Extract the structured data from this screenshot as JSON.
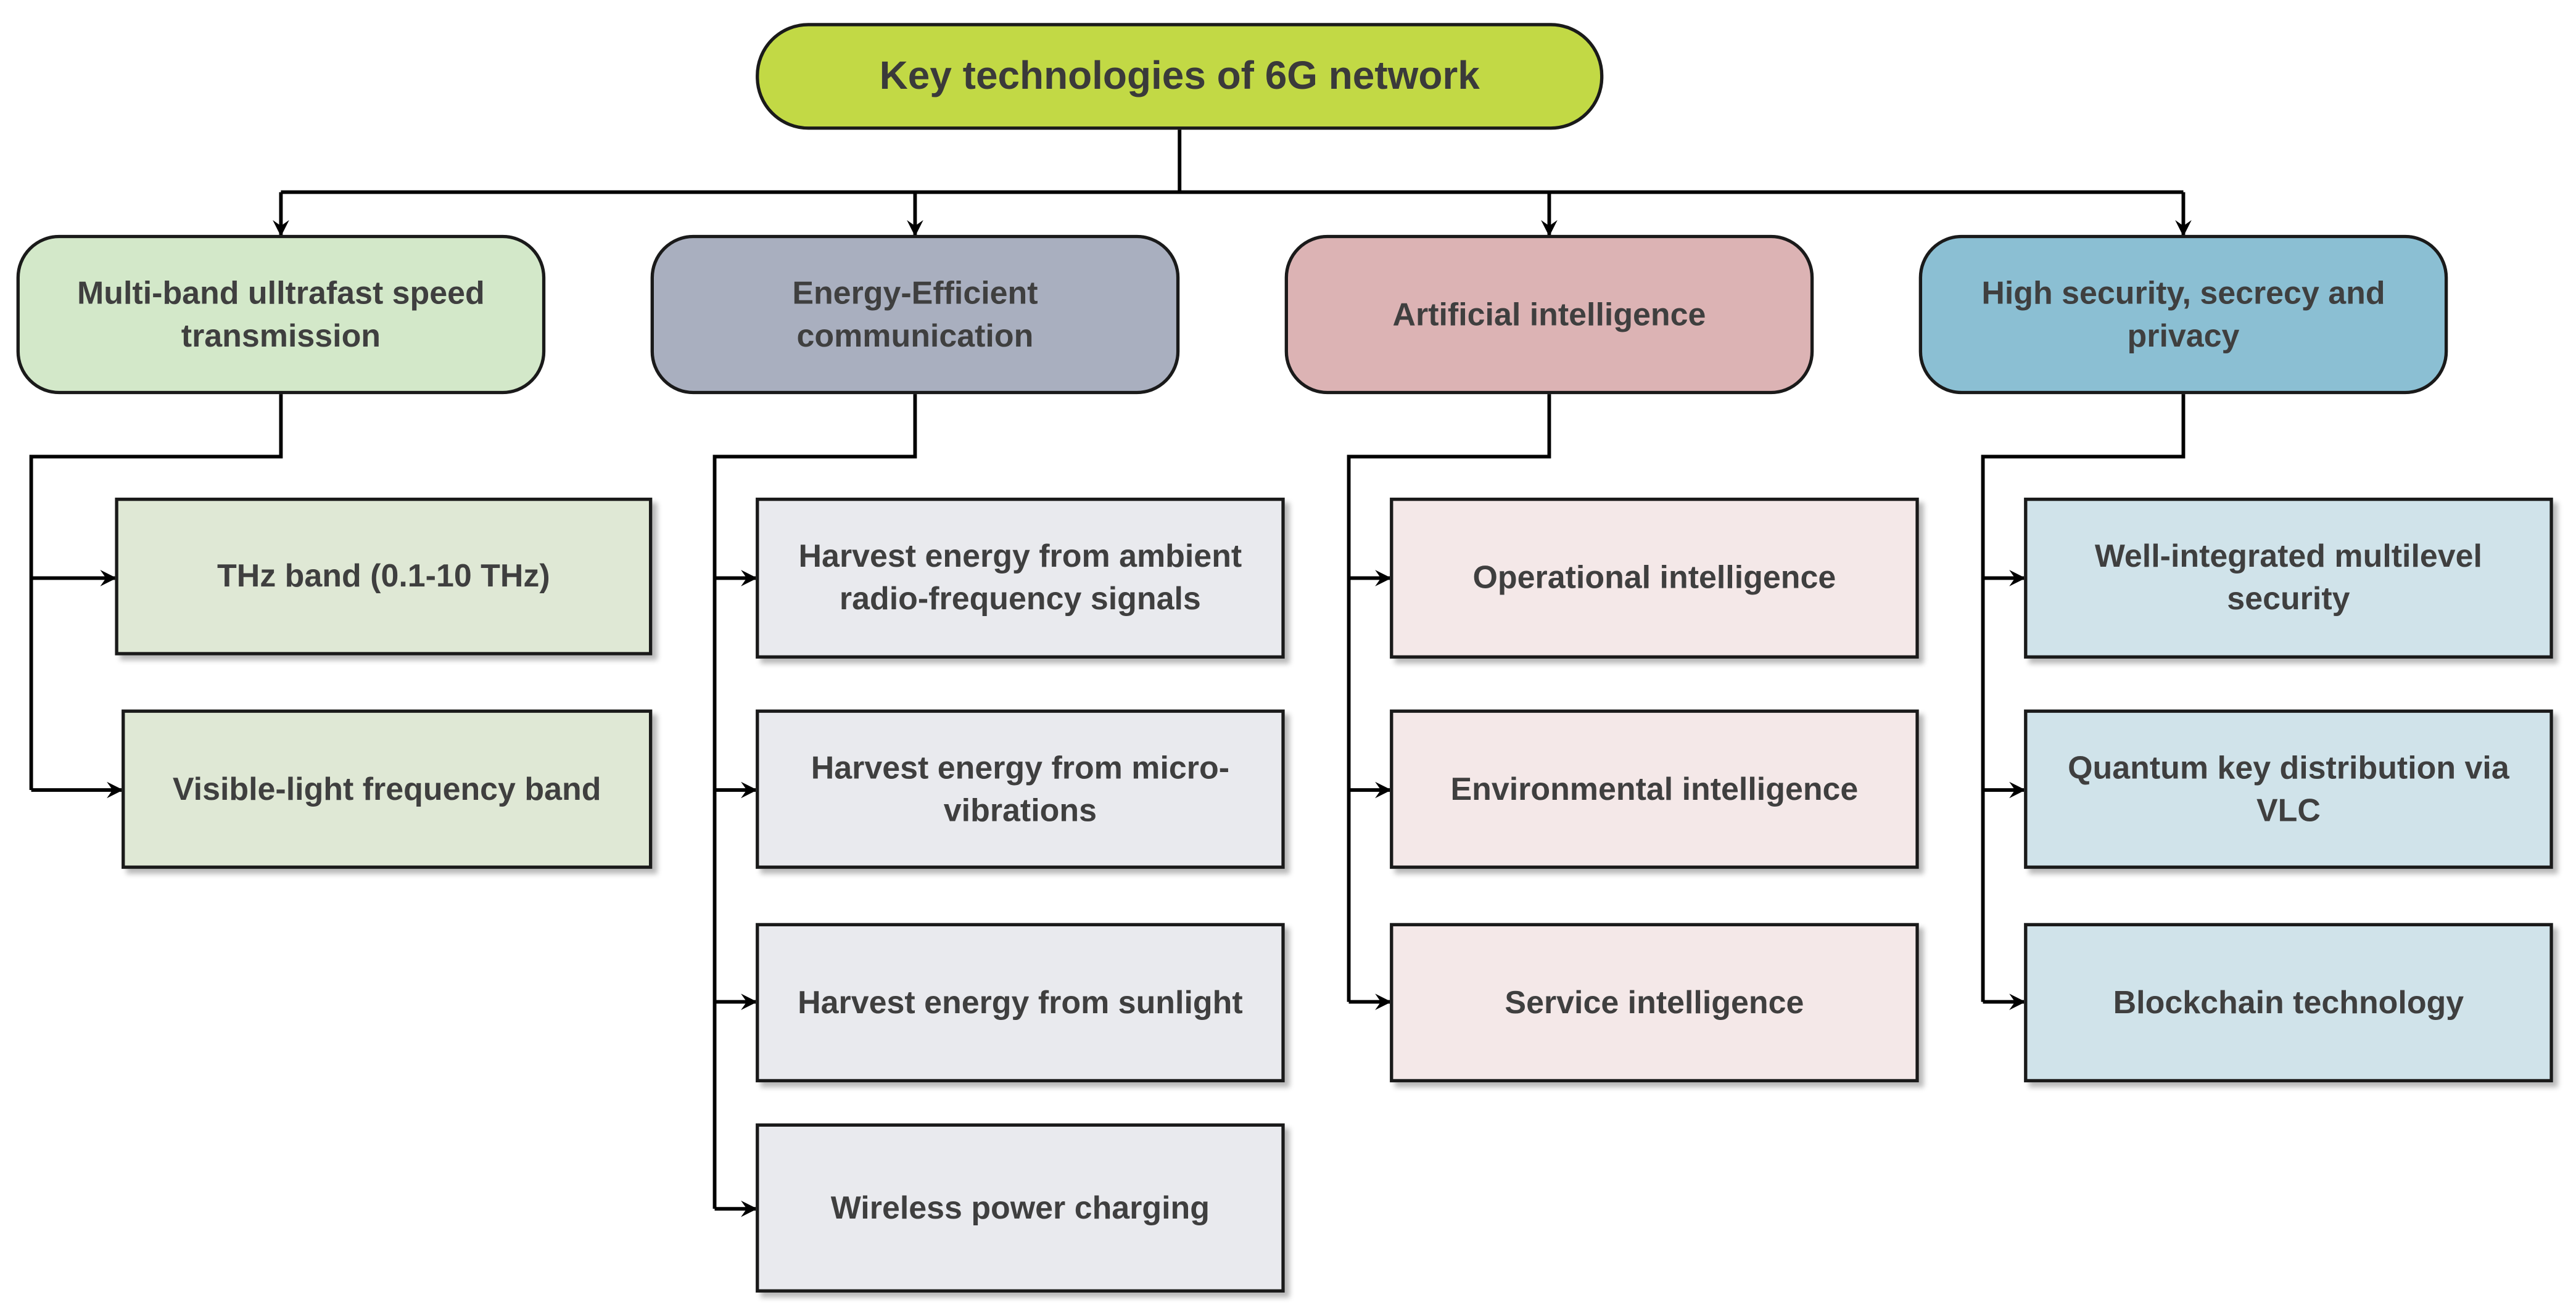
{
  "title": "Key technologies of 6G network",
  "colors": {
    "root_fill": "#c2d945",
    "line": "#000000",
    "border": "#1a1a1a",
    "text": "#3f3f3f"
  },
  "categories": [
    {
      "label": "Multi-band ulltrafast speed transmission",
      "fill": "#d3e8c9",
      "leaf_fill": "#dfe8d5",
      "items": [
        "THz band (0.1-10 THz)",
        "Visible-light frequency band"
      ]
    },
    {
      "label": "Energy-Efficient communication",
      "fill": "#a9afbf",
      "leaf_fill": "#e9eaee",
      "items": [
        "Harvest energy from ambient radio-frequency signals",
        "Harvest energy from micro-vibrations",
        "Harvest energy from sunlight",
        "Wireless power charging"
      ]
    },
    {
      "label": "Artificial intelligence",
      "fill": "#dcb3b4",
      "leaf_fill": "#f4e8e8",
      "items": [
        "Operational  intelligence",
        "Environmental intelligence",
        "Service intelligence"
      ]
    },
    {
      "label": "High security, secrecy and privacy",
      "fill": "#8bbfd3",
      "leaf_fill": "#d0e3ea",
      "items": [
        "Well-integrated multilevel security",
        "Quantum key distribution via VLC",
        "Blockchain technology"
      ]
    }
  ]
}
